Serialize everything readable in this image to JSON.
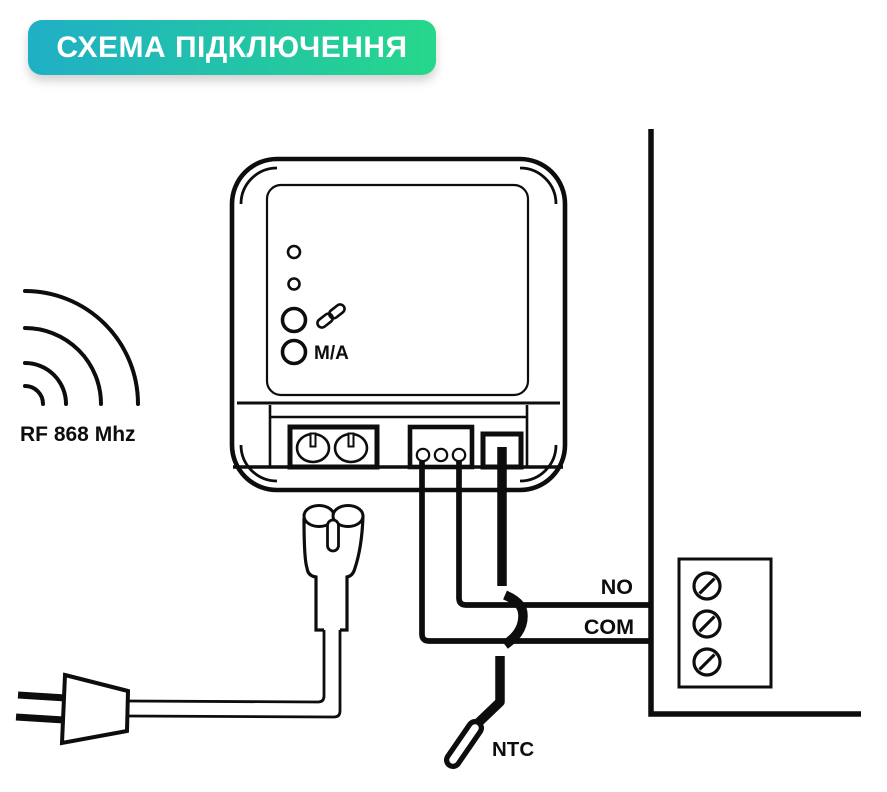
{
  "badge": {
    "label": "СХЕМА ПІДКЛЮЧЕННЯ",
    "gradient_start": "#1FAFC6",
    "gradient_end": "#26D78A",
    "text_color": "#FFFFFF"
  },
  "diagram": {
    "line_color": "#0D0D0D",
    "rf_label": "RF 868 Mhz",
    "device": {
      "pair_icon": "link-icon",
      "mode_button_label": "M/A"
    },
    "relay": {
      "no_label": "NO",
      "com_label": "COM"
    },
    "sensor_label": "NTC"
  }
}
